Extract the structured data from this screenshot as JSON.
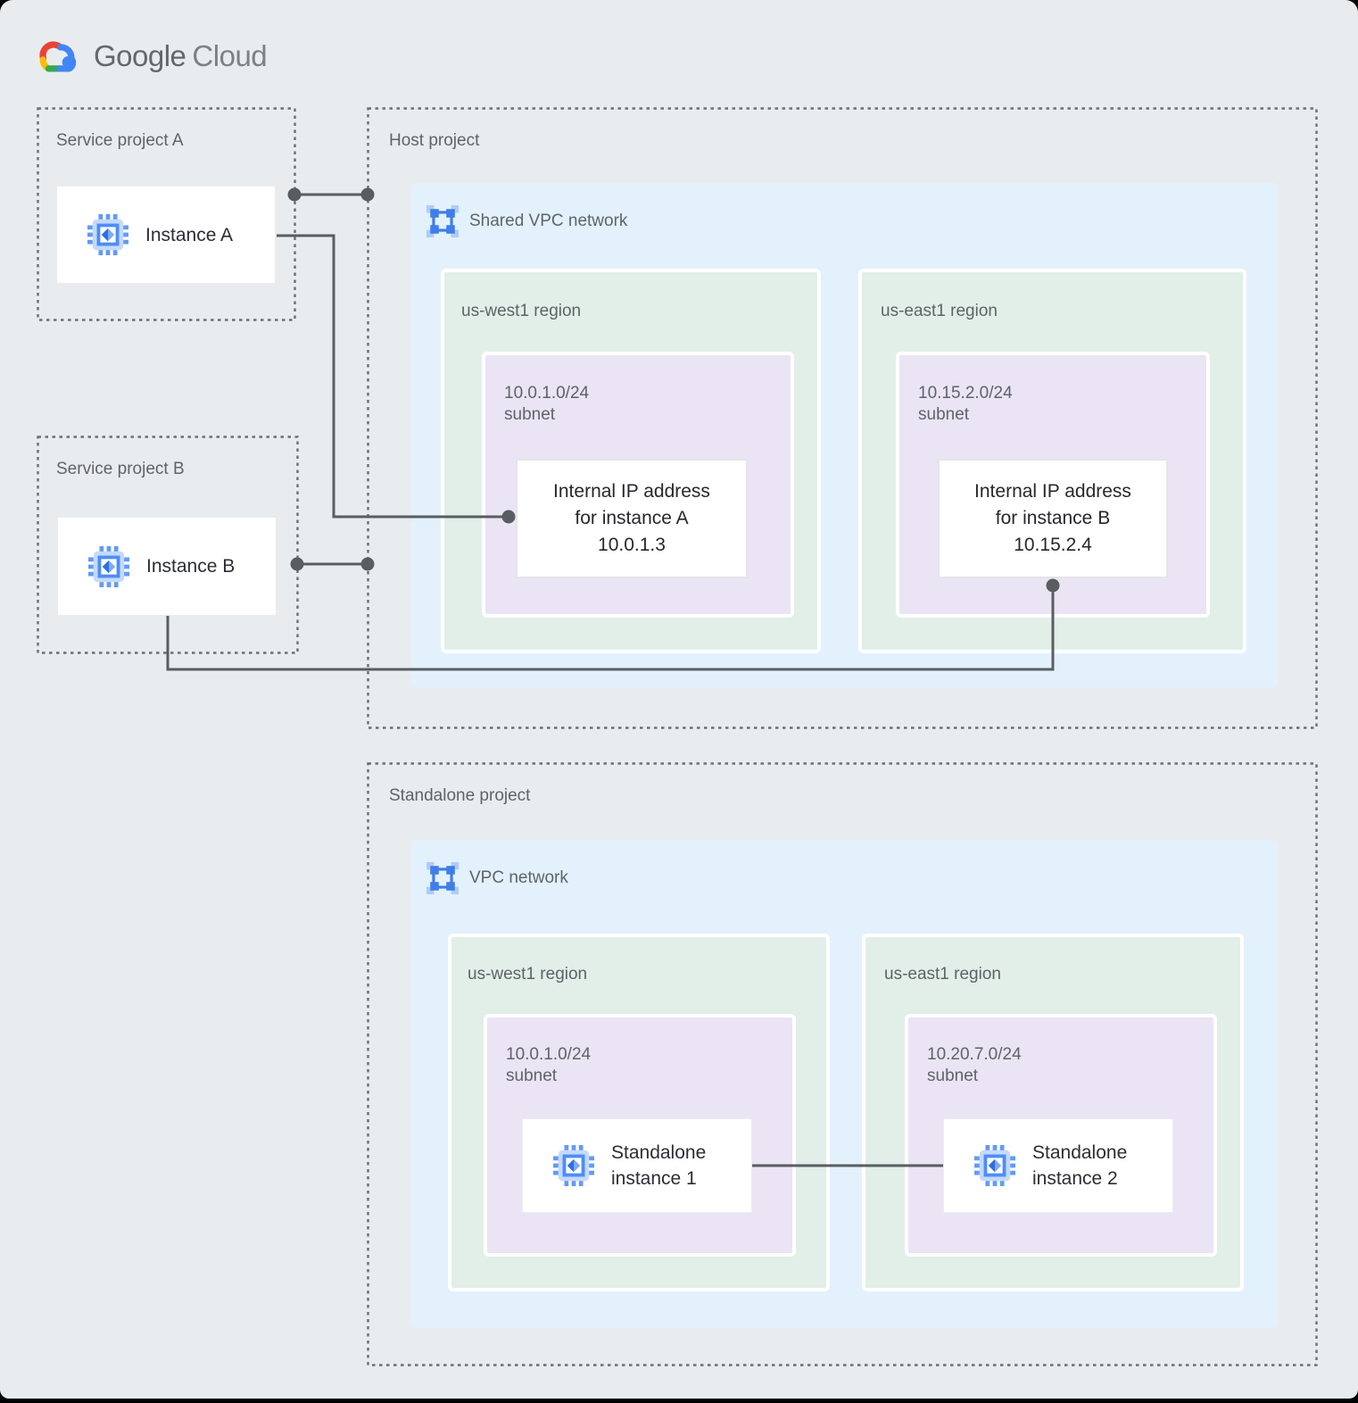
{
  "logo": {
    "brand": "Google",
    "product": "Cloud"
  },
  "colors": {
    "google_blue": "#4285F4",
    "google_red": "#EA4335",
    "google_yellow": "#FBBC04",
    "google_green": "#34A853",
    "network_fill": "#E3F1FC",
    "region_fill": "#E1EFE8",
    "subnet_fill": "#EAE4F4",
    "connector": "#5A5E63"
  },
  "service_project_a": {
    "label": "Service project A",
    "instance_label": "Instance A"
  },
  "service_project_b": {
    "label": "Service project B",
    "instance_label": "Instance B"
  },
  "host_project": {
    "label": "Host project",
    "network_label": "Shared VPC network",
    "regions": [
      {
        "label": "us-west1 region",
        "subnet_cidr": "10.0.1.0/24",
        "subnet_word": "subnet",
        "ip_lines": [
          "Internal IP address",
          "for instance A",
          "10.0.1.3"
        ]
      },
      {
        "label": "us-east1 region",
        "subnet_cidr": "10.15.2.0/24",
        "subnet_word": "subnet",
        "ip_lines": [
          "Internal IP address",
          "for instance B",
          "10.15.2.4"
        ]
      }
    ]
  },
  "standalone_project": {
    "label": "Standalone project",
    "network_label": "VPC network",
    "regions": [
      {
        "label": "us-west1 region",
        "subnet_cidr": "10.0.1.0/24",
        "subnet_word": "subnet",
        "instance_lines": [
          "Standalone",
          "instance 1"
        ]
      },
      {
        "label": "us-east1 region",
        "subnet_cidr": "10.20.7.0/24",
        "subnet_word": "subnet",
        "instance_lines": [
          "Standalone",
          "instance 2"
        ]
      }
    ]
  }
}
